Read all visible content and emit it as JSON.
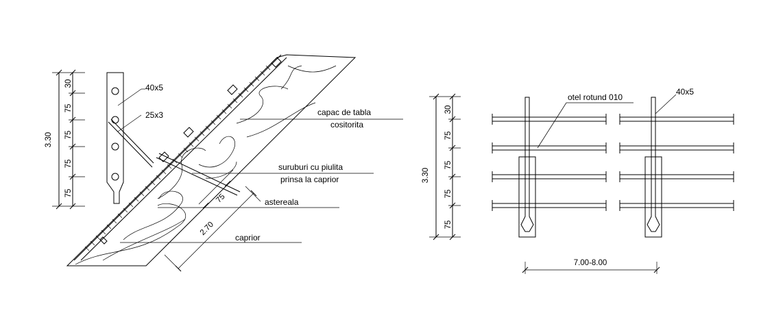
{
  "left_detail": {
    "vertical_dims": [
      "30",
      "75",
      "75",
      "75",
      "75"
    ],
    "total_dim": "3.30",
    "labels": {
      "flat_bar": "40x5",
      "small_bar": "25x3",
      "cover_line1": "capac de tabla",
      "cover_line2": "cositorita",
      "bolts_line1": "suruburi cu piulita",
      "bolts_line2": "prinsa la caprior",
      "boarding": "astereala",
      "rafter": "caprior"
    },
    "oblique_dims": [
      "75",
      "2.70"
    ]
  },
  "right_detail": {
    "vertical_dims": [
      "30",
      "75",
      "75",
      "75",
      "75"
    ],
    "total_dim": "3.30",
    "labels": {
      "round_steel": "otel rotund 010",
      "flat_bar": "40x5"
    },
    "spacing_dim": "7.00-8.00"
  }
}
